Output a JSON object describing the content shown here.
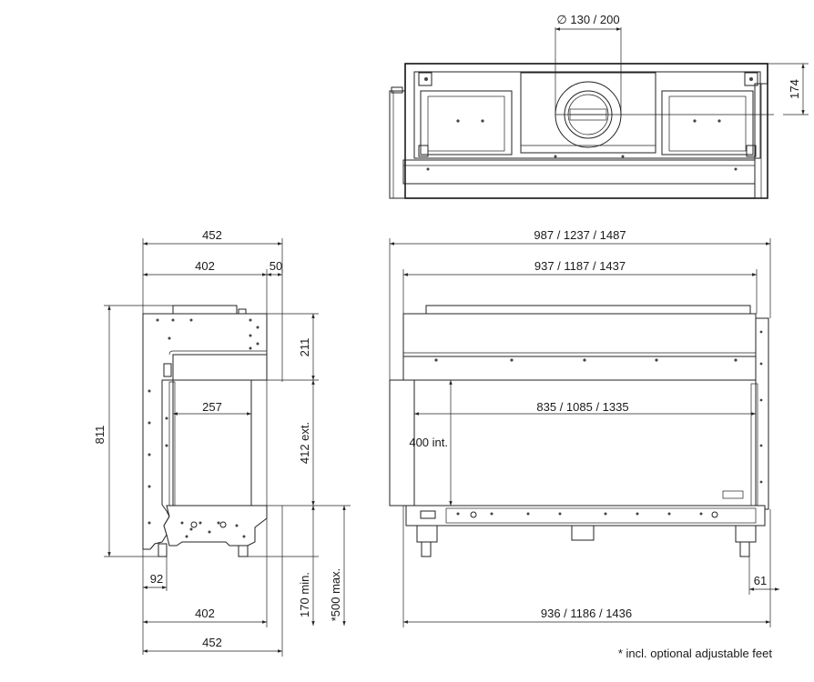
{
  "top_view": {
    "flue_diameter": "∅ 130 / 200",
    "depth_dim": "174"
  },
  "side_view": {
    "overall_width": "452",
    "inner_width": "402",
    "front_offset": "50",
    "total_height": "811",
    "firebox_depth": "257",
    "top_section": "211",
    "opening_height_ext": "412 ext.",
    "foot_offset": "92",
    "base_width": "402",
    "base_overall": "452"
  },
  "front_view": {
    "overall_widths": "987 / 1237 / 1487",
    "body_widths": "937 / 1187 / 1437",
    "glass_widths": "835 / 1085 / 1335",
    "opening_height_int": "400 int.",
    "base_widths": "936 / 1186 / 1436",
    "foot_setback": "61",
    "min_height": "170 min.",
    "max_height": "*500 max."
  },
  "footnote": "* incl. optional adjustable feet"
}
